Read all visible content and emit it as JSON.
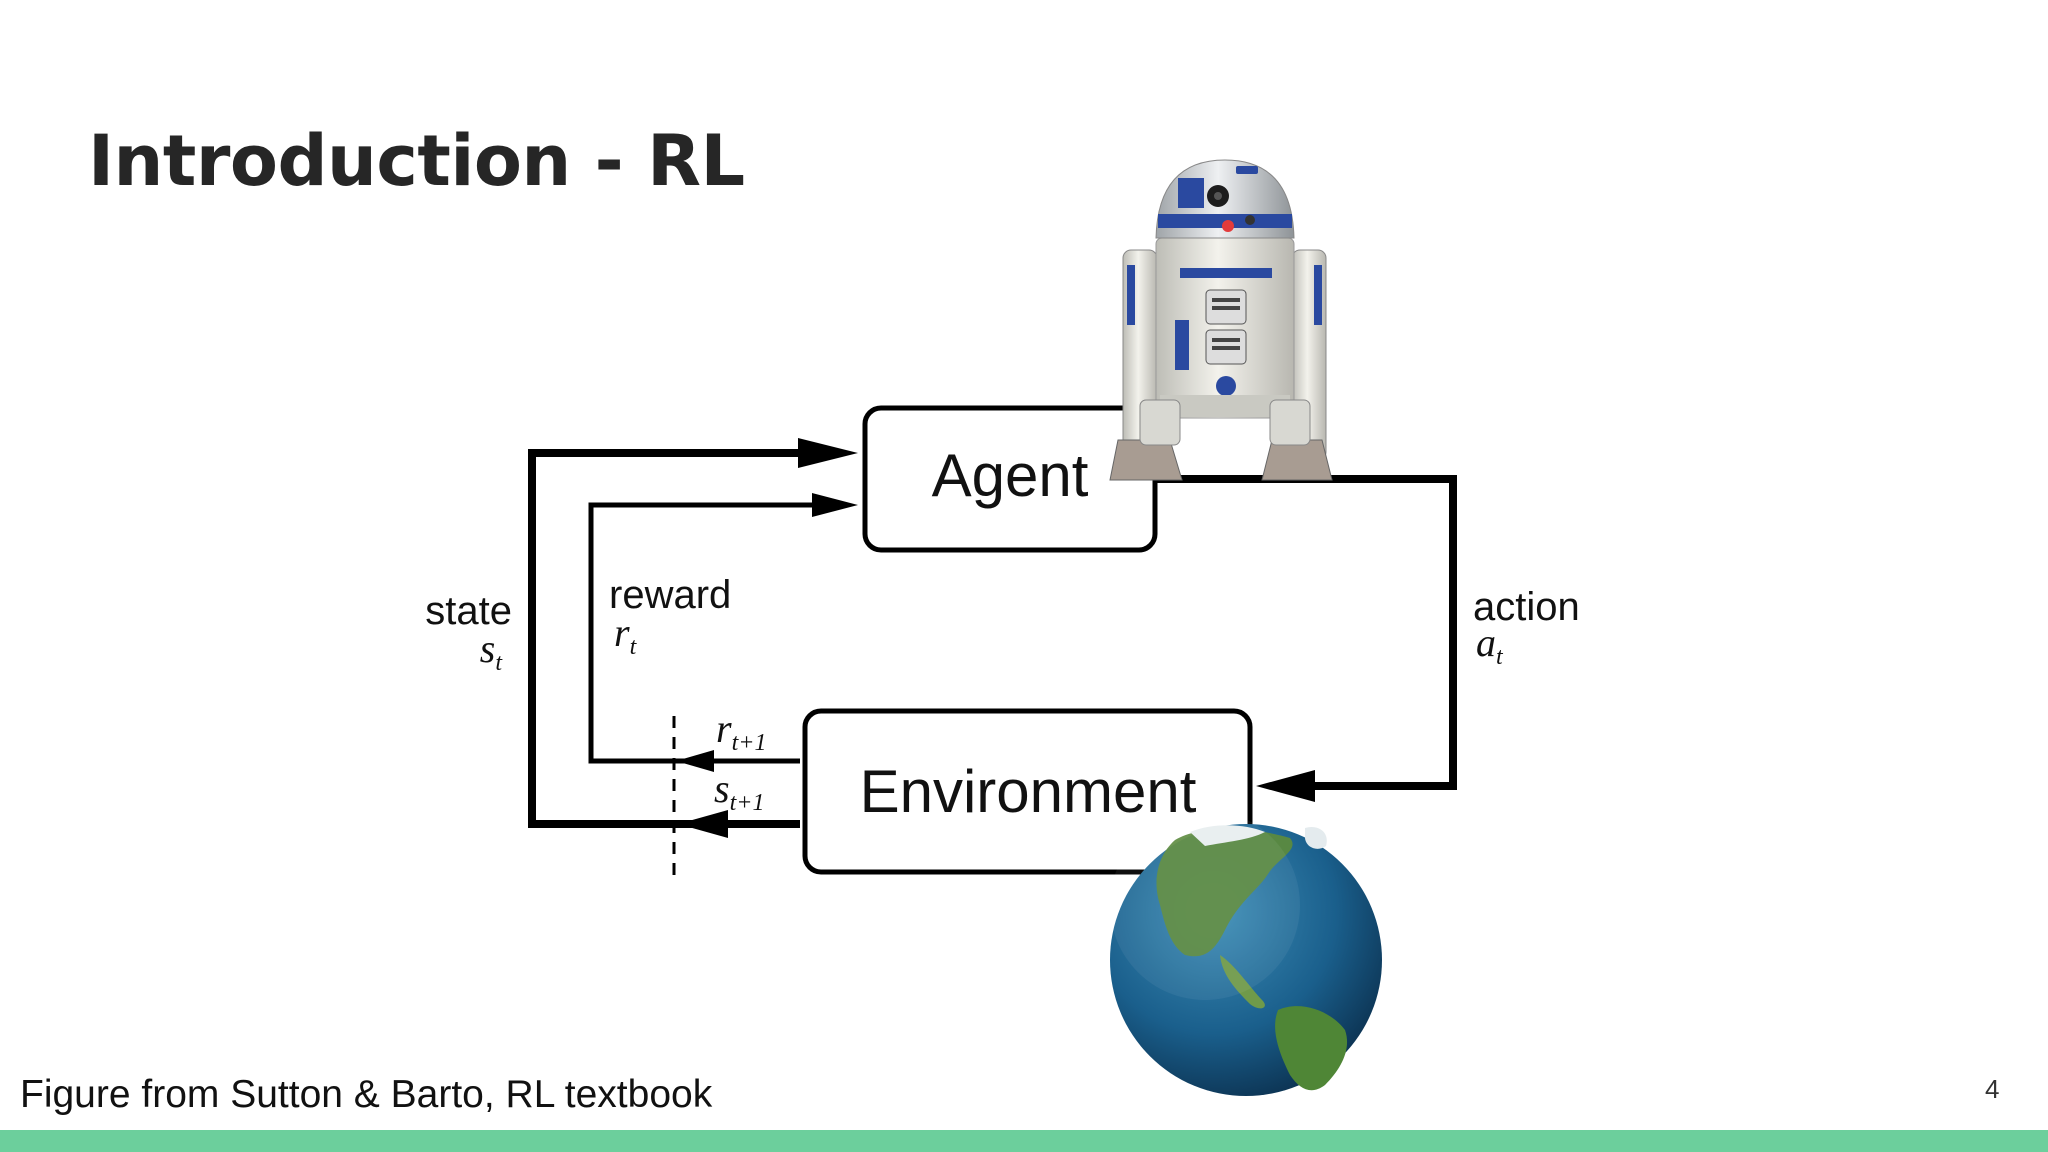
{
  "slide": {
    "title": "Introduction - RL",
    "caption": "Figure from Sutton & Barto, RL textbook",
    "page_number": "4"
  },
  "diagram": {
    "agent_label": "Agent",
    "environment_label": "Environment",
    "state_label": "state",
    "state_symbol": "s",
    "state_sub": "t",
    "reward_label": "reward",
    "reward_symbol": "r",
    "reward_sub": "t",
    "action_label": "action",
    "action_symbol": "a",
    "action_sub": "t",
    "next_reward_symbol": "r",
    "next_reward_sub": "t+1",
    "next_state_symbol": "s",
    "next_state_sub": "t+1"
  },
  "colors": {
    "accent_bar": "#6ccf9c",
    "line": "#000000",
    "title": "#262626"
  },
  "images": {
    "robot": "r2d2-robot-image",
    "globe": "earth-globe-image"
  }
}
